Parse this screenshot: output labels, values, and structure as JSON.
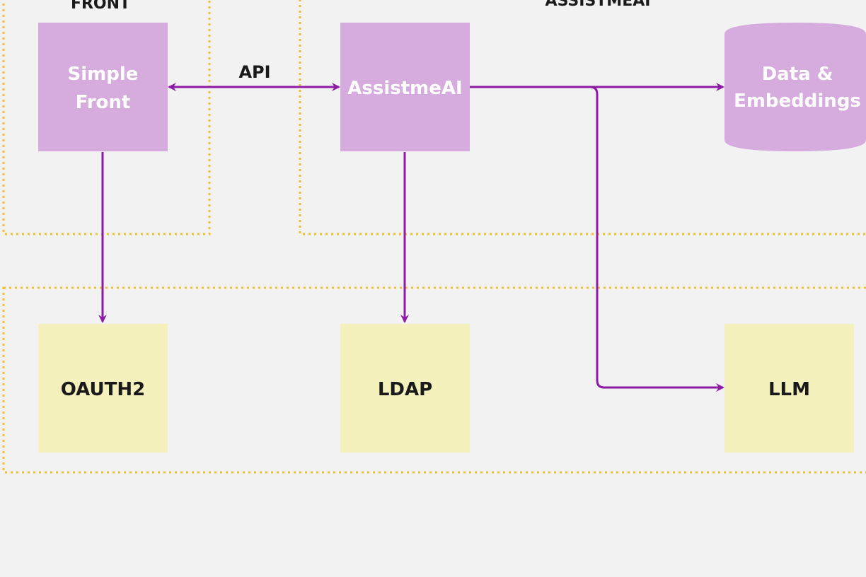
{
  "colors": {
    "background": "#f2f2f2",
    "service_node": "#d5acdd",
    "external_node": "#f5f1bd",
    "edge": "#8e1aa6",
    "group_border": "#f2c12e"
  },
  "groups": {
    "front": {
      "title": "FRONT"
    },
    "assistmeai": {
      "title": "ASSISTMEAI"
    },
    "external": {
      "title": ""
    }
  },
  "nodes": {
    "simple_front": {
      "line1": "Simple",
      "line2": "Front",
      "shape": "rectangle"
    },
    "assistmeai": {
      "label": "AssistmeAI",
      "shape": "rectangle"
    },
    "data_embeddings": {
      "line1": "Data &",
      "line2": "Embeddings",
      "shape": "cylinder"
    },
    "oauth2": {
      "label": "OAUTH2",
      "shape": "rectangle"
    },
    "ldap": {
      "label": "LDAP",
      "shape": "rectangle"
    },
    "llm": {
      "label": "LLM",
      "shape": "rectangle"
    }
  },
  "edges": [
    {
      "from": "simple_front",
      "to": "assistmeai",
      "label": "API",
      "direction": "both"
    },
    {
      "from": "assistmeai",
      "to": "data_embeddings",
      "label": "",
      "direction": "forward"
    },
    {
      "from": "assistmeai",
      "to": "llm",
      "label": "",
      "direction": "forward"
    },
    {
      "from": "simple_front",
      "to": "oauth2",
      "label": "",
      "direction": "forward"
    },
    {
      "from": "assistmeai",
      "to": "ldap",
      "label": "",
      "direction": "forward"
    }
  ],
  "edge_labels": {
    "api": "API"
  }
}
